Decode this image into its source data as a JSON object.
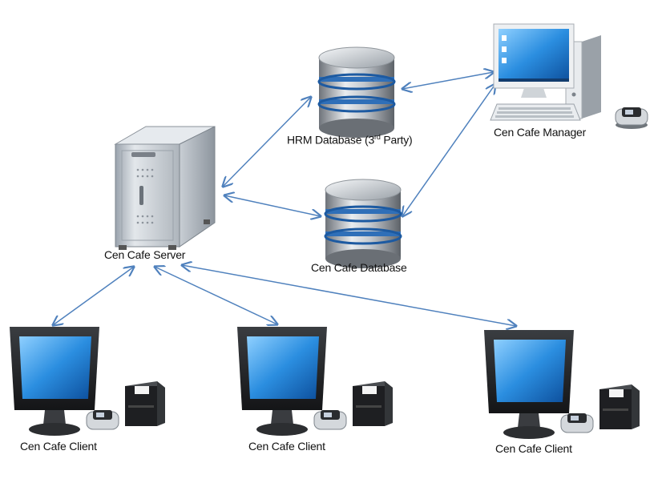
{
  "nodes": {
    "hrm_database": {
      "label_prefix": "HRM Database (3",
      "label_sup": "rd",
      "label_suffix": " Party)",
      "icon": "database-icon"
    },
    "cen_cafe_manager": {
      "label": "Cen Cafe Manager",
      "icon": "desktop-computer-icon"
    },
    "cen_cafe_server": {
      "label": "Cen Cafe Server",
      "icon": "server-tower-icon"
    },
    "cen_cafe_database": {
      "label": "Cen Cafe Database",
      "icon": "database-icon"
    },
    "clients": [
      {
        "label": "Cen Cafe Client",
        "icon": "pos-terminal-icon"
      },
      {
        "label": "Cen Cafe Client",
        "icon": "pos-terminal-icon"
      },
      {
        "label": "Cen Cafe Client",
        "icon": "pos-terminal-icon"
      }
    ]
  },
  "connections": [
    {
      "from": "cen_cafe_server",
      "to": "hrm_database",
      "arrows": "both"
    },
    {
      "from": "cen_cafe_server",
      "to": "cen_cafe_database",
      "arrows": "both"
    },
    {
      "from": "hrm_database",
      "to": "cen_cafe_manager",
      "arrows": "both"
    },
    {
      "from": "cen_cafe_database",
      "to": "cen_cafe_manager",
      "arrows": "both"
    },
    {
      "from": "cen_cafe_server",
      "to": "client_1",
      "arrows": "both"
    },
    {
      "from": "cen_cafe_server",
      "to": "client_2",
      "arrows": "both"
    },
    {
      "from": "cen_cafe_server",
      "to": "client_3",
      "arrows": "both"
    }
  ],
  "colors": {
    "arrow": "#4f81bd",
    "screen": "#2a7fd4",
    "metal": "#b7bdc4",
    "dark": "#222222"
  }
}
